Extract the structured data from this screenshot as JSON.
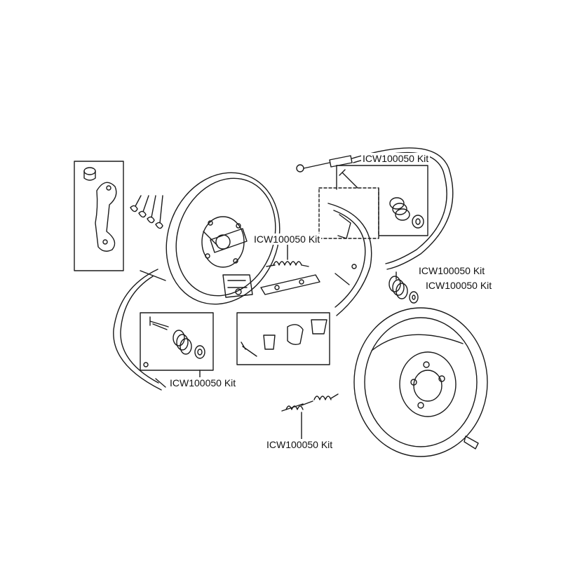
{
  "callouts": [
    "ICW100050 Kit",
    "ICW100050 Kit",
    "ICW100050 Kit",
    "ICW100050 Kit",
    "ICW100050 Kit",
    "ICW100050 Kit"
  ],
  "colors": {
    "line": "#1a1a1a",
    "text": "#111111",
    "background": "#ffffff"
  }
}
